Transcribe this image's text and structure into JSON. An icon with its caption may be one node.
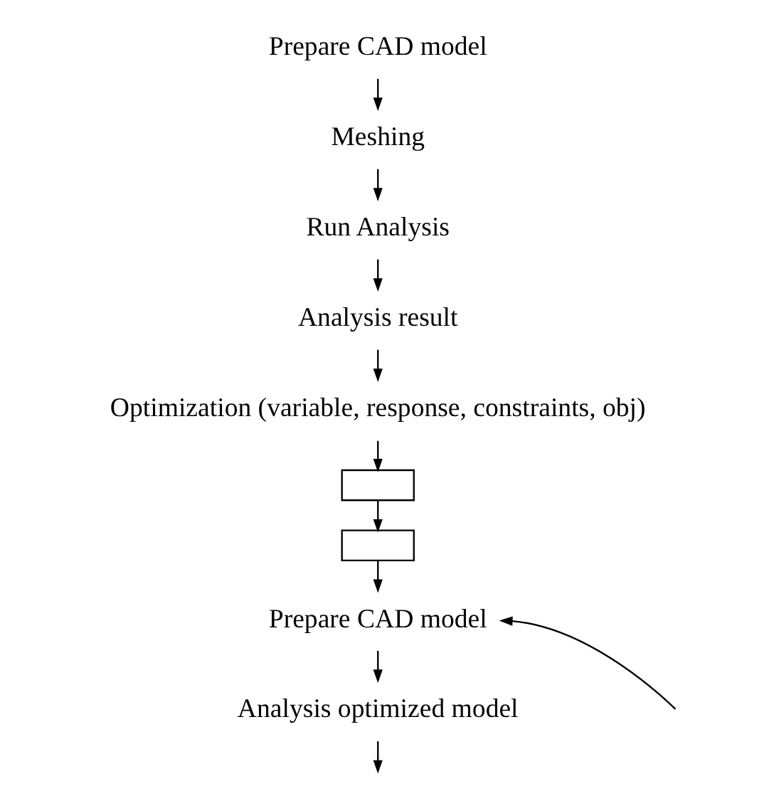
{
  "diagram": {
    "nodes": [
      {
        "text": [
          "Prepare CAD model"
        ]
      },
      {
        "text": [
          "Meshing"
        ]
      },
      {
        "text": [
          "Run Analysis"
        ]
      },
      {
        "text": [
          "Analysis result"
        ]
      },
      {
        "text": [
          "Optimization (variable, response, constraints, obj)"
        ]
      },
      {
        "text": [],
        "shape": "box"
      },
      {
        "text": [],
        "shape": "box"
      },
      {
        "text": [
          "Prepare CAD model"
        ]
      },
      {
        "text": [
          "Analysis optimized model"
        ]
      }
    ],
    "edges": [
      {
        "from": 0,
        "to": 1,
        "arrow": "to"
      },
      {
        "from": 1,
        "to": 2,
        "arrow": "to"
      },
      {
        "from": 2,
        "to": 3,
        "arrow": "to"
      },
      {
        "from": 3,
        "to": 4,
        "arrow": "to"
      },
      {
        "from": 4,
        "to": 5,
        "arrow": "to"
      },
      {
        "from": 5,
        "to": 6,
        "arrow": "to"
      },
      {
        "from": 6,
        "to": 7,
        "arrow": "to"
      },
      {
        "from": 7,
        "to": 8,
        "arrow": "to"
      },
      {
        "from": 8,
        "to": null,
        "arrow": "to"
      },
      {
        "from": null,
        "to": 7,
        "arrow": "to"
      }
    ]
  }
}
